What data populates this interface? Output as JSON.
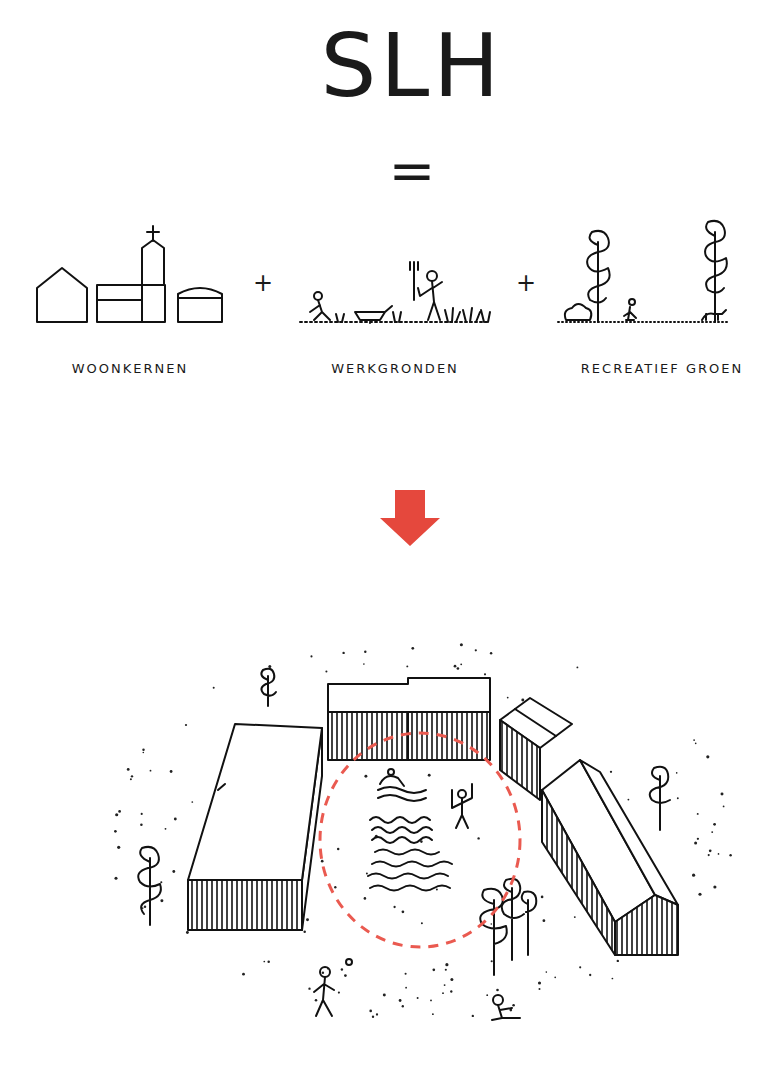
{
  "diagram": {
    "title": "SLH",
    "labels": [
      "=",
      "+",
      "+",
      "WOONKERNEN",
      "WERKGRONDEN",
      "RECREATIEF GROEN"
    ]
  }
}
